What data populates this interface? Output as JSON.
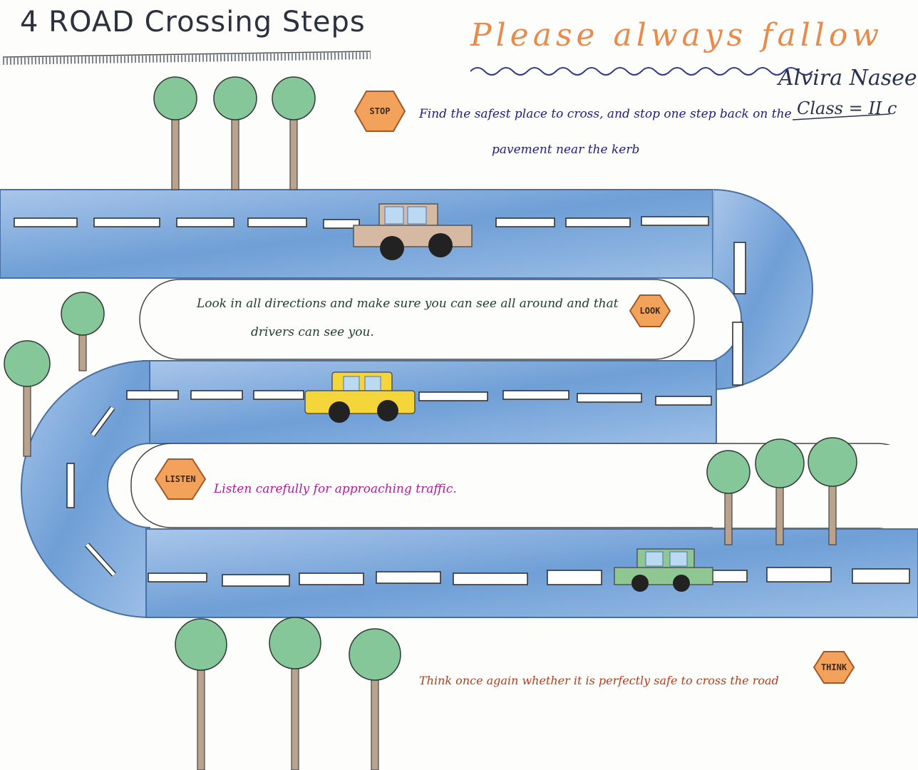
{
  "title": "4 ROAD Crossing Steps",
  "motto": "Please always fallow",
  "author": "Alvira Naseem",
  "class_label": "Class = II c",
  "steps": [
    {
      "sign": "STOP",
      "text_line1": "Find the safest place to cross, and stop one step back on the",
      "text_line2": "pavement near the kerb"
    },
    {
      "sign": "LOOK",
      "text_line1": "Look in all directions and make sure you can see all around and that",
      "text_line2": "drivers can see you."
    },
    {
      "sign": "LISTEN",
      "text_line1": "Listen carefully for approaching traffic."
    },
    {
      "sign": "THINK",
      "text_line1": "Think once again whether it is perfectly safe to cross the road"
    }
  ],
  "colors": {
    "road": "#7ea8d8",
    "road_dark": "#4f7fc0",
    "sign": "#f2a25a",
    "tree_canopy": "#86c79a",
    "trunk": "#b9a38e",
    "car1": "#d6b9a3",
    "car2": "#f5d63a",
    "car3": "#8fc792"
  }
}
